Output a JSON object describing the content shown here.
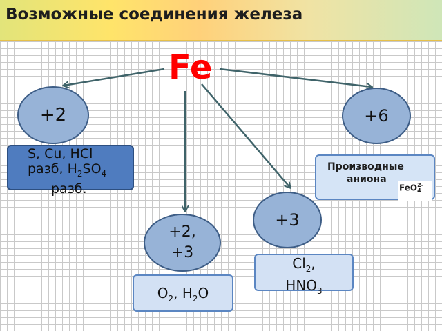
{
  "title": "Возможные соединения железа",
  "center": "Fe",
  "states": {
    "plus2": "+2",
    "plus6": "+6",
    "plus3": "+3",
    "plus2_3": {
      "line1": "+2,",
      "line2": "+3"
    }
  },
  "reagents": {
    "for_plus2": {
      "line1": "S, Cu, HCl",
      "line2_a": "разб, H",
      "line2_sub1": "2",
      "line2_b": "SO",
      "line2_sub2": "4",
      "line3": "разб."
    },
    "for_plus6": {
      "line1": "Производные",
      "line2": "аниона",
      "formula_base": "FeO",
      "formula_sub": "4",
      "formula_sup": "2-"
    },
    "for_plus3": {
      "line1_a": "Cl",
      "line1_sub": "2",
      "line1_b": ",",
      "line2_a": "HNO",
      "line2_sub": "3"
    },
    "for_plus2_3": {
      "a": "O",
      "sub1": "2",
      "b": ", H",
      "sub2": "2",
      "c": "O"
    }
  },
  "colors": {
    "center": "#ff0000",
    "circle_fill": "#97b3d7",
    "dark_box": "#4f7cbf",
    "light_box": "#d3e1f4",
    "arrow": "#3f6369"
  }
}
